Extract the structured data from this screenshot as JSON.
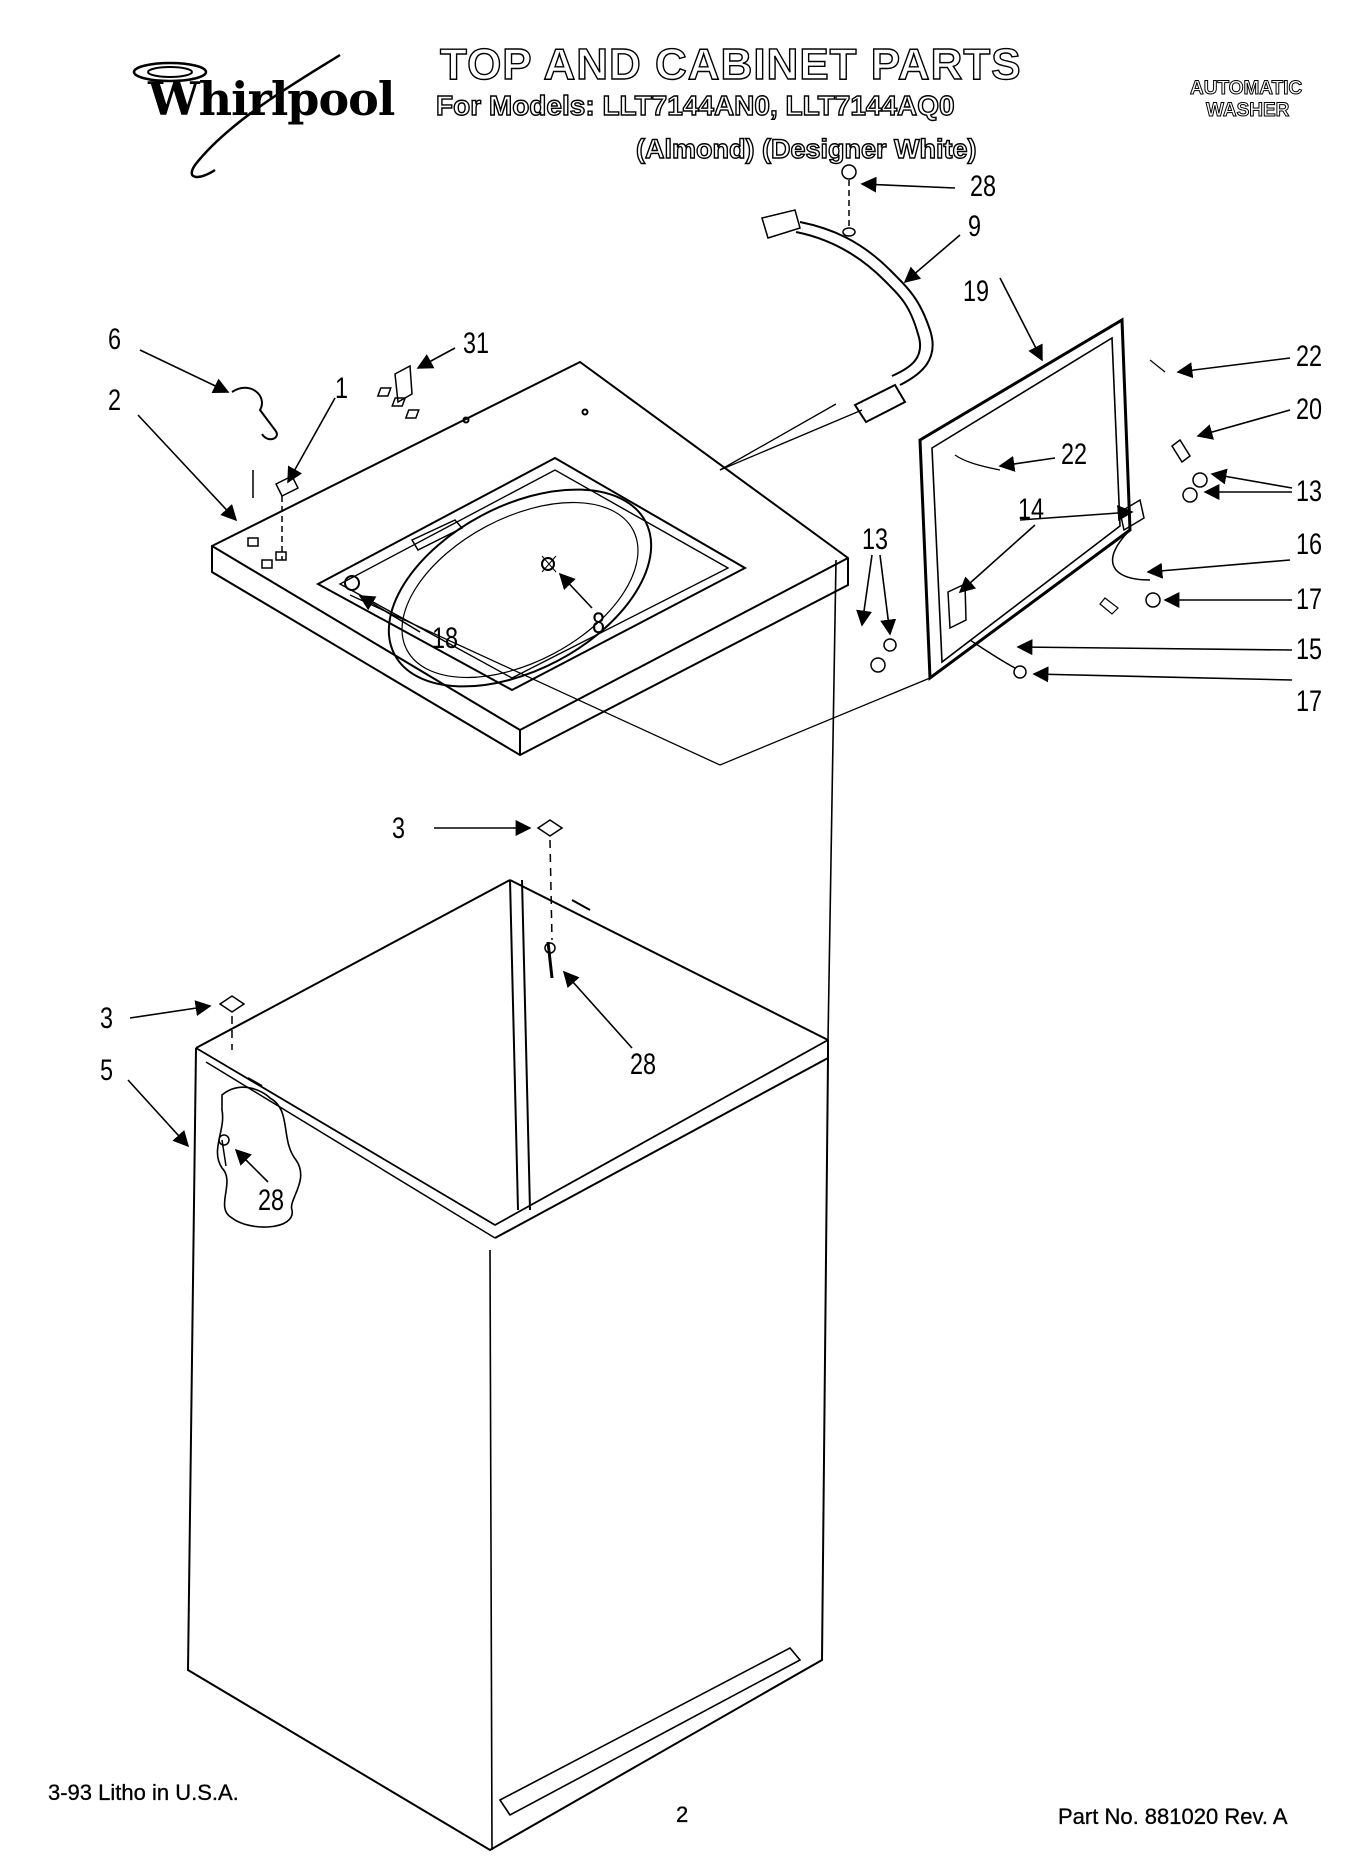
{
  "header": {
    "logo_text": "Whirlpool",
    "title": "TOP AND CABINET PARTS",
    "models_line": "For Models: LLT7144AN0, LLT7144AQ0",
    "colors_line": "(Almond)  (Designer White)",
    "product_type_line1": "AUTOMATIC",
    "product_type_line2": "WASHER"
  },
  "callouts": {
    "c28_top": "28",
    "c9": "9",
    "c19": "19",
    "c6": "6",
    "c31": "31",
    "c1": "1",
    "c2": "2",
    "c22_a": "22",
    "c20": "20",
    "c22_b": "22",
    "c13_right": "13",
    "c14": "14",
    "c13_left": "13",
    "c16": "16",
    "c17_a": "17",
    "c8": "8",
    "c18": "18",
    "c15": "15",
    "c17_b": "17",
    "c3_upper": "3",
    "c28_mid": "28",
    "c3_lower": "3",
    "c5": "5",
    "c28_low": "28"
  },
  "footer": {
    "litho": "3-93 Litho in U.S.A.",
    "page": "2",
    "part_no": "Part No. 881020  Rev. A"
  }
}
